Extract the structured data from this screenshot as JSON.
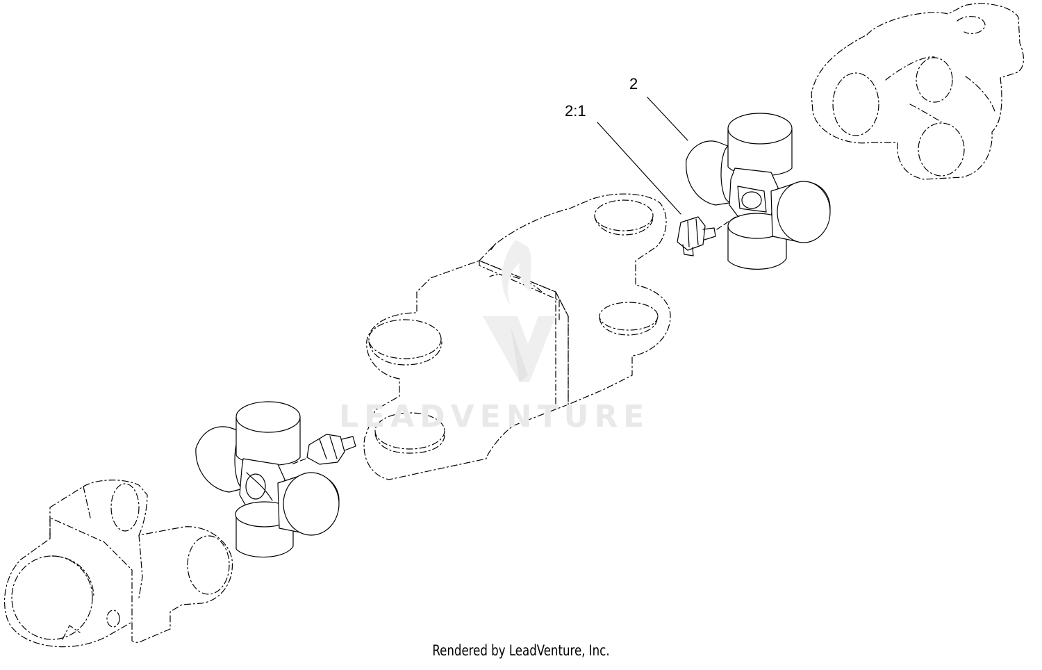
{
  "callouts": {
    "part_2": "2",
    "part_2_1": "2:1"
  },
  "footer": {
    "credit": "Rendered by LeadVenture, Inc."
  },
  "watermark": {
    "brand": "LEADVENTURE"
  },
  "colors": {
    "line": "#000000",
    "phantom_line": "#000000",
    "watermark": "#e9e9e9",
    "background": "#ffffff"
  }
}
